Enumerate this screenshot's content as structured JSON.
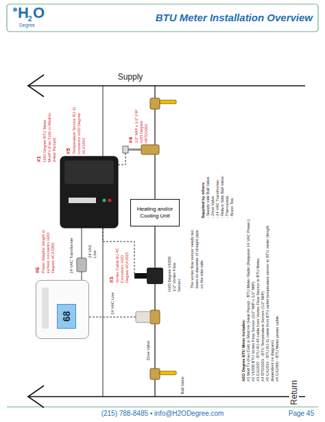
{
  "diagram": {
    "title": "BTU Meter Installation Overview",
    "nodes": [
      {
        "text": [
          "Heating and/or Cooling Unit"
        ]
      },
      {
        "text": [
          "68"
        ]
      }
    ],
    "labels": [
      "H",
      "2",
      "O",
      "Degree",
      "Supply",
      "Return",
      "#1",
      "H2O Degree BTU Meter ModTx (Fan Coil) or ModHx (Heat Pumps)",
      "#5",
      "Temperature Sensor RJ-11 connector H2O Degree #CA1016",
      "#4",
      "1/2\" MIP x 1/2\" FIP H2O Degree #RTD1003",
      "#6",
      "Power Adapter (length in inches) connector H2O Degree #CA1006",
      "24 VAC Transformer",
      "24 VAC Line",
      "#3",
      "Vortex Cable RJ-45 Connector H2O Degree #CA1015",
      "H2O Degree V1000 1/2\" Vortex Flow Sensor",
      "The vortex flow sensor needs ten times its diameter of straight pipe on the inlet side.",
      "Zone Valve",
      "24 VAC Line",
      "Ball Valve",
      "Supplied by others:",
      "- Supply side Ball Valve.",
      "- Zone Valve.",
      "- 24 VAC Transformer.",
      "- Return Side Ball Valve.",
      "- Thermostat.",
      "- Brass Tee.",
      "H2O Degree BTU Meter Includes:",
      "#1 Mod Tx (Fan Coil) or Mod Hx (Heat Pump) - BTU Meter Radio (Requires 24 VAC Power.)",
      "#2 V1000 BTU Vortex Flow Sensor (1/2\" MIP x 1/2\" MIP)",
      "#3 CA1015 - BTU RJ-45 cable from Vortex Flow Sensor to BTU Meter.",
      "#4 RTD1003 - BTU Temperature Sensor (1/2\" MIP)",
      "#5 CA1016 - BTU RJ-11 cable from BTU outlet temperature sensor to BTU meter (length dependent on diagram)",
      "#6 CA1006 - BTU Meter power cable.",
      "(215) 788-8485 • info@H2ODegree.com",
      "Page 45"
    ]
  }
}
